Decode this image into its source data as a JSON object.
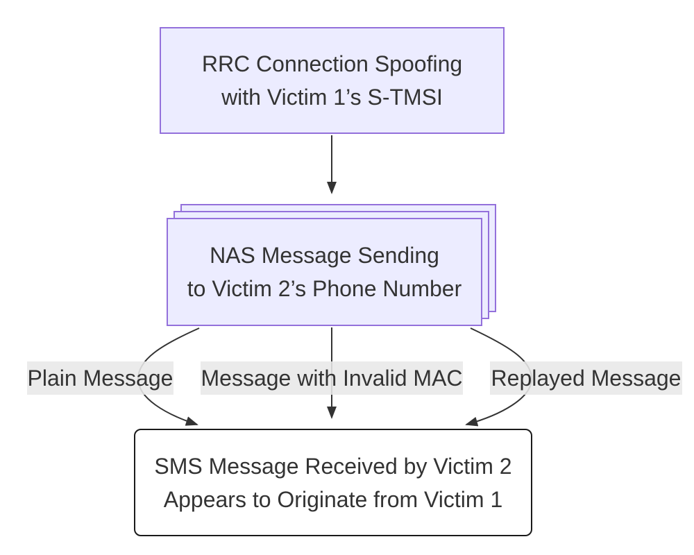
{
  "diagram": {
    "type": "flowchart",
    "direction": "top-down",
    "colors": {
      "node_fill": "#ECECFF",
      "node_border": "#9370DB",
      "result_node_fill": "#ffffff",
      "result_node_border": "#1a1a1a",
      "text": "#333333",
      "edge": "#333333",
      "edge_label_bg": "#e8e8e8"
    },
    "nodes": [
      {
        "id": "rrc-spoofing",
        "shape": "rectangle",
        "lines": [
          "RRC Connection Spoofing",
          "with Victim 1’s S-TMSI"
        ]
      },
      {
        "id": "nas-sending",
        "shape": "stacked-rectangles",
        "lines": [
          "NAS Message Sending",
          "to Victim 2’s Phone Number"
        ]
      },
      {
        "id": "sms-received",
        "shape": "rounded-rectangle",
        "lines": [
          "SMS Message Received by Victim 2",
          "Appears to Originate from Victim 1"
        ]
      }
    ],
    "edges": [
      {
        "from": "rrc-spoofing",
        "to": "nas-sending",
        "label": ""
      },
      {
        "from": "nas-sending",
        "to": "sms-received",
        "label": "Plain Message"
      },
      {
        "from": "nas-sending",
        "to": "sms-received",
        "label": "Message with Invalid MAC"
      },
      {
        "from": "nas-sending",
        "to": "sms-received",
        "label": "Replayed Message"
      }
    ]
  }
}
